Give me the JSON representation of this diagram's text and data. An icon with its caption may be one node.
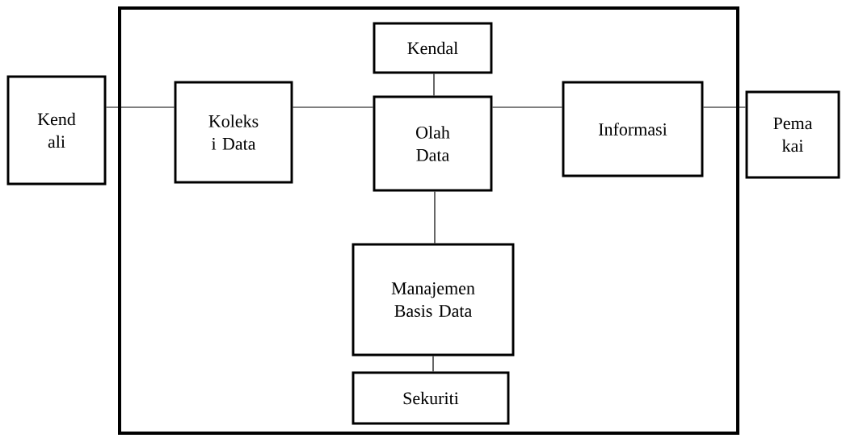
{
  "diagram": {
    "nodes": [
      {
        "text": [
          "Kend ali"
        ]
      },
      {
        "text": [],
        "shape": "box"
      },
      {
        "text": [
          "Kendal"
        ],
        "in": 1
      },
      {
        "text": [
          "Koleks i Data"
        ],
        "in": 1
      },
      {
        "text": [
          "Olah Data"
        ],
        "in": 1
      },
      {
        "text": [
          "Informasi"
        ],
        "in": 1
      },
      {
        "text": [
          "Pema kai"
        ]
      },
      {
        "text": [
          "Manajemen Basis Data"
        ],
        "in": 1
      },
      {
        "text": [
          "Sekuriti"
        ],
        "in": 1
      }
    ],
    "edges": [
      {
        "from": 0,
        "to": 3,
        "arrow": "none"
      },
      {
        "from": 3,
        "to": 4,
        "arrow": "none"
      },
      {
        "from": 2,
        "to": 4,
        "arrow": "none"
      },
      {
        "from": 4,
        "to": 5,
        "arrow": "none"
      },
      {
        "from": 5,
        "to": 6,
        "arrow": "none"
      },
      {
        "from": 4,
        "to": 7,
        "arrow": "none"
      },
      {
        "from": 7,
        "to": 8,
        "arrow": "none"
      }
    ]
  }
}
